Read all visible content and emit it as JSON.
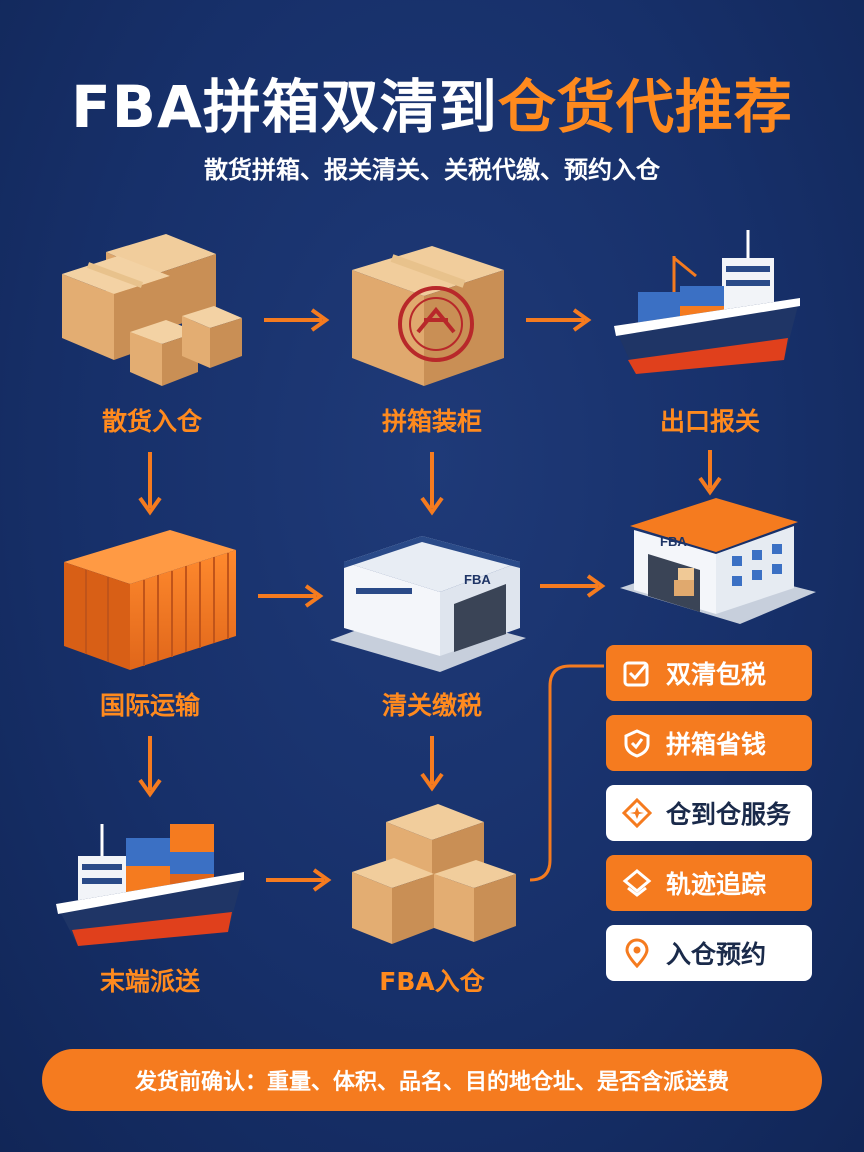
{
  "header": {
    "title_white": "FBA拼箱双清到",
    "title_orange": "仓货代推荐",
    "subtitle": "散货拼箱、报关清关、关税代缴、预约入仓"
  },
  "flow": {
    "step1": "散货入仓",
    "step2": "拼箱装柜",
    "step3": "出口报关",
    "step4": "国际运输",
    "step5": "清关缴税",
    "step6": "末端派送",
    "step7": "FBA入仓"
  },
  "warehouse_sign": "FBA",
  "features": [
    {
      "label": "双清包税",
      "icon": "check-box-icon"
    },
    {
      "label": "拼箱省钱",
      "icon": "shield-check-icon"
    },
    {
      "label": "仓到仓服务",
      "icon": "diamond-star-icon"
    },
    {
      "label": "轨迹追踪",
      "icon": "double-chevron-icon"
    },
    {
      "label": "入仓预约",
      "icon": "location-pin-icon"
    }
  ],
  "footer": {
    "note": "发货前确认：重量、体积、品名、目的地仓址、是否含派送费"
  },
  "colors": {
    "background": "#17306a",
    "accent": "#f57b1f",
    "title_orange": "#ff8a1e",
    "white": "#ffffff"
  }
}
